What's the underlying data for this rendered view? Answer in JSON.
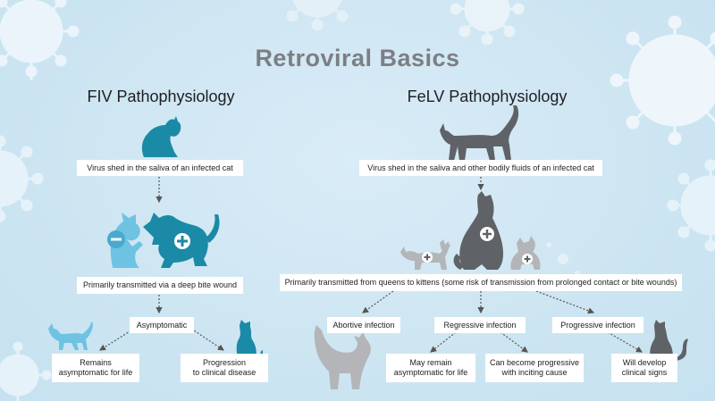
{
  "title": "Retroviral Basics",
  "fiv": {
    "heading": "FIV Pathophysiology",
    "shed": "Virus shed in the saliva of an infected cat",
    "transmission": "Primarily transmitted via a deep bite wound",
    "asymptomatic": "Asymptomatic",
    "remains_line1": "Remains",
    "remains_line2": "asymptomatic for life",
    "progression_line1": "Progression",
    "progression_line2": "to clinical disease"
  },
  "felv": {
    "heading": "FeLV Pathophysiology",
    "shed": "Virus shed in the saliva and other bodily fluids of an infected cat",
    "transmission": "Primarily transmitted from queens to kittens (some risk of transmission from prolonged contact or bite wounds)",
    "abortive": "Abortive infection",
    "regressive": "Regressive infection",
    "progressive": "Progressive infection",
    "may_remain_line1": "May remain",
    "may_remain_line2": "asymptomatic for life",
    "can_become_line1": "Can become progressive",
    "can_become_line2": "with inciting cause",
    "will_develop_line1": "Will develop",
    "will_develop_line2": "clinical signs"
  },
  "colors": {
    "fiv_teal": "#1b8aa6",
    "fiv_light": "#6ec3e2",
    "felv_gray": "#5f6266",
    "felv_light": "#b3b5b8",
    "title_gray": "#7b7f84"
  }
}
